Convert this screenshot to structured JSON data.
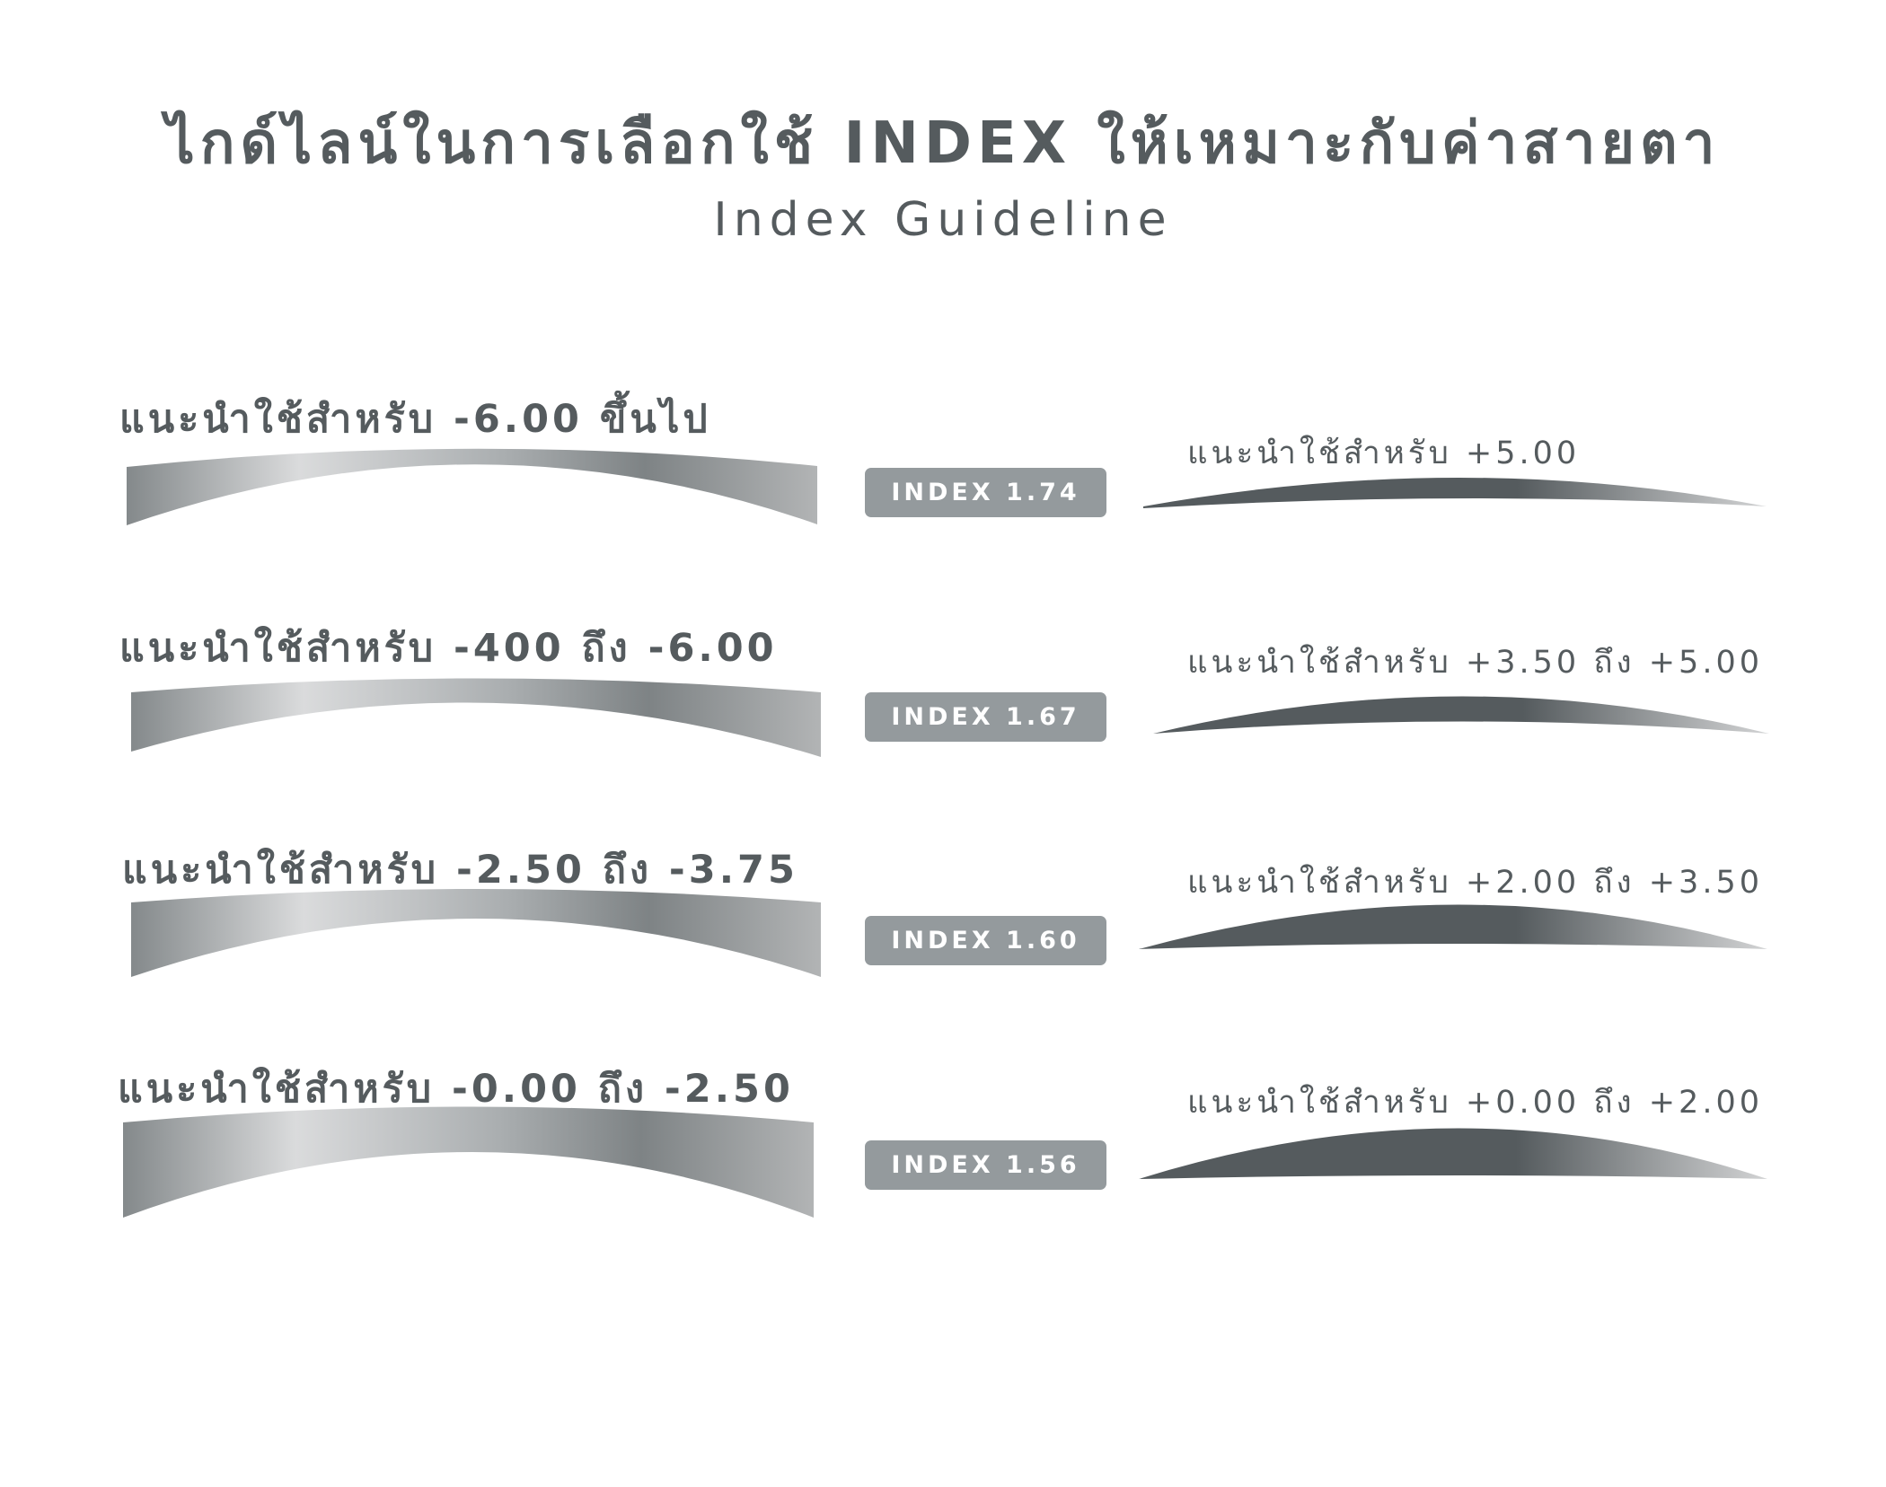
{
  "title": "ไกด์ไลน์ในการเลือกใช้ INDEX ให้เหมาะกับค่าสายตา",
  "subtitle": "Index Guideline",
  "rows": [
    {
      "index_label": "INDEX 1.74",
      "minus_label": "แนะนำใช้สำหรับ -6.00 ขึ้นไป",
      "plus_label": "แนะนำใช้สำหรับ +5.00"
    },
    {
      "index_label": "INDEX 1.67",
      "minus_label": "แนะนำใช้สำหรับ -400 ถึง -6.00",
      "plus_label": "แนะนำใช้สำหรับ +3.50 ถึง +5.00"
    },
    {
      "index_label": "INDEX 1.60",
      "minus_label": "แนะนำใช้สำหรับ -2.50 ถึง -3.75",
      "plus_label": "แนะนำใช้สำหรับ +2.00 ถึง +3.50"
    },
    {
      "index_label": "INDEX 1.56",
      "minus_label": "แนะนำใช้สำหรับ -0.00 ถึง -2.50",
      "plus_label": "แนะนำใช้สำหรับ +0.00 ถึง +2.00"
    }
  ],
  "colors": {
    "text": "#555b5e",
    "badge_bg": "#949a9d",
    "badge_text": "#ffffff",
    "minus_lens_light": "#d9dadb",
    "minus_lens_dark": "#7c8183",
    "plus_lens_dark": "#555b5e",
    "plus_lens_light": "#c4c6c7"
  }
}
